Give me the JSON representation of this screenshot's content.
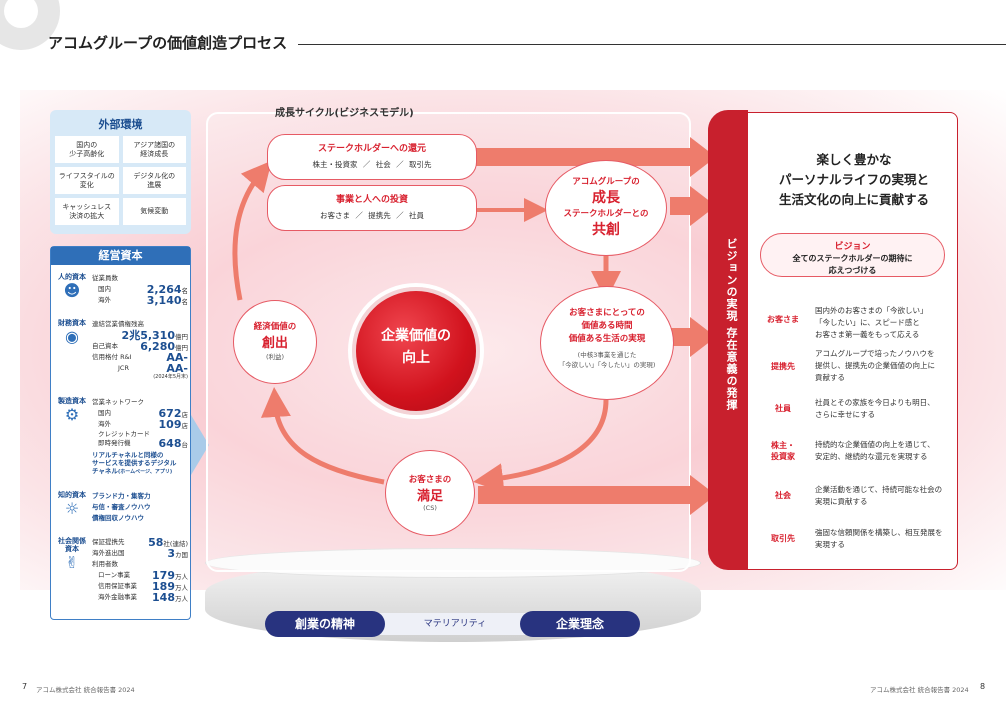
{
  "header": {
    "title": "アコムグループの価値創造プロセス"
  },
  "external": {
    "title": "外部環境",
    "items": [
      "国内の\n少子高齢化",
      "アジア諸国の\n経済成長",
      "ライフスタイルの\n変化",
      "デジタル化の\n進展",
      "キャッシュレス\n決済の拡大",
      "気候変動"
    ]
  },
  "capital": {
    "title": "経営資本",
    "human": {
      "label": "人的資本",
      "head": "従業員数",
      "r1k": "国内",
      "r1v": "2,264",
      "r1u": "名",
      "r2k": "海外",
      "r2v": "3,140",
      "r2u": "名"
    },
    "financial": {
      "label": "財務資本",
      "head": "連結営業債権残高",
      "r1v": "2兆5,310",
      "r1u": "億円",
      "r2k": "自己資本",
      "r2v": "6,280",
      "r2u": "億円",
      "r3k": "信用格付 R&I",
      "r3v": "AA-",
      "r4k": "JCR",
      "r4v": "AA-",
      "note": "(2024年5月末)"
    },
    "manufactured": {
      "label": "製造資本",
      "head": "営業ネットワーク",
      "r1k": "国内",
      "r1v": "672",
      "r1u": "店",
      "r2k": "海外",
      "r2v": "109",
      "r2u": "店",
      "r3k": "クレジットカード\n即時発行機",
      "r3v": "648",
      "r3u": "台",
      "extra": "リアルチャネルと同様の\nサービスを提供するデジタル\nチャネル",
      "extra_small": "(ホームページ、アプリ)"
    },
    "intellectual": {
      "label": "知的資本",
      "lines": [
        "ブランド力・集客力",
        "与信・審査ノウハウ",
        "債権回収ノウハウ"
      ]
    },
    "social": {
      "label": "社会関係\n資本",
      "r1k": "保証提携先",
      "r1v": "58",
      "r1u": "社(連結)",
      "r2k": "海外進出国",
      "r2v": "3",
      "r2u": "カ国",
      "head": "利用者数",
      "r3k": "ローン事業",
      "r3v": "179",
      "r3u": "万人",
      "r4k": "信用保証事業",
      "r4v": "189",
      "r4u": "万人",
      "r5k": "海外金融事業",
      "r5v": "148",
      "r5u": "万人"
    }
  },
  "cycle": {
    "label": "成長サイクル(ビジネスモデル)",
    "return": {
      "title": "ステークホルダーへの還元",
      "sub": "株主・投資家 ／ 社会 ／ 取引先"
    },
    "invest": {
      "title": "事業と人への投資",
      "sub": "お客さま ／ 提携先 ／ 社員"
    },
    "growth": {
      "l1": "アコムグループの",
      "l2": "成長",
      "l3": "ステークホルダーとの",
      "l4": "共創"
    },
    "economic": {
      "l1": "経済価値の",
      "l2": "創出",
      "sub": "(利益)"
    },
    "core": {
      "l1": "企業価値の",
      "l2": "向上"
    },
    "customer_value": {
      "l1": "お客さまにとっての",
      "l2": "価値ある時間",
      "l3": "価値ある生活の実現",
      "s1": "(中核3事業を通じた",
      "s2": "「今欲しい」「今したい」の実現)"
    },
    "satisfaction": {
      "l1": "お客さまの",
      "l2": "満足",
      "sub": "(CS)"
    }
  },
  "vision_bar": "ビジョンの実現 存在意義の発揮",
  "purpose": {
    "l1": "楽しく豊かな",
    "l2": "パーソナルライフの実現と",
    "l3": "生活文化の向上に貢献する"
  },
  "vision": {
    "title": "ビジョン",
    "s1": "全てのステークホルダーの期待に",
    "s2": "応えつづける"
  },
  "stakeholders": [
    {
      "label": "お客さま",
      "text": "国内外のお客さまの「今欲しい」\n「今したい」に、スピード感と\nお客さま第一義をもって応える"
    },
    {
      "label": "提携先",
      "text": "アコムグループで培ったノウハウを\n提供し、提携先の企業価値の向上に\n貢献する"
    },
    {
      "label": "社員",
      "text": "社員とその家族を今日よりも明日、\nさらに幸せにする"
    },
    {
      "label": "株主・\n投資家",
      "text": "持続的な企業価値の向上を通じて、\n安定的、継続的な還元を実現する"
    },
    {
      "label": "社会",
      "text": "企業活動を通じて、持続可能な社会の\n実現に貢献する"
    },
    {
      "label": "取引先",
      "text": "強固な信頼関係を構築し、相互発展を\n実現する"
    }
  ],
  "foundation": {
    "left": "創業の精神",
    "middle": "マテリアリティ",
    "right": "企業理念"
  },
  "footer": {
    "left_num": "7",
    "left_text": "アコム株式会社 統合報告書 2024",
    "right_text": "アコム株式会社 統合報告書 2024",
    "right_num": "8"
  }
}
